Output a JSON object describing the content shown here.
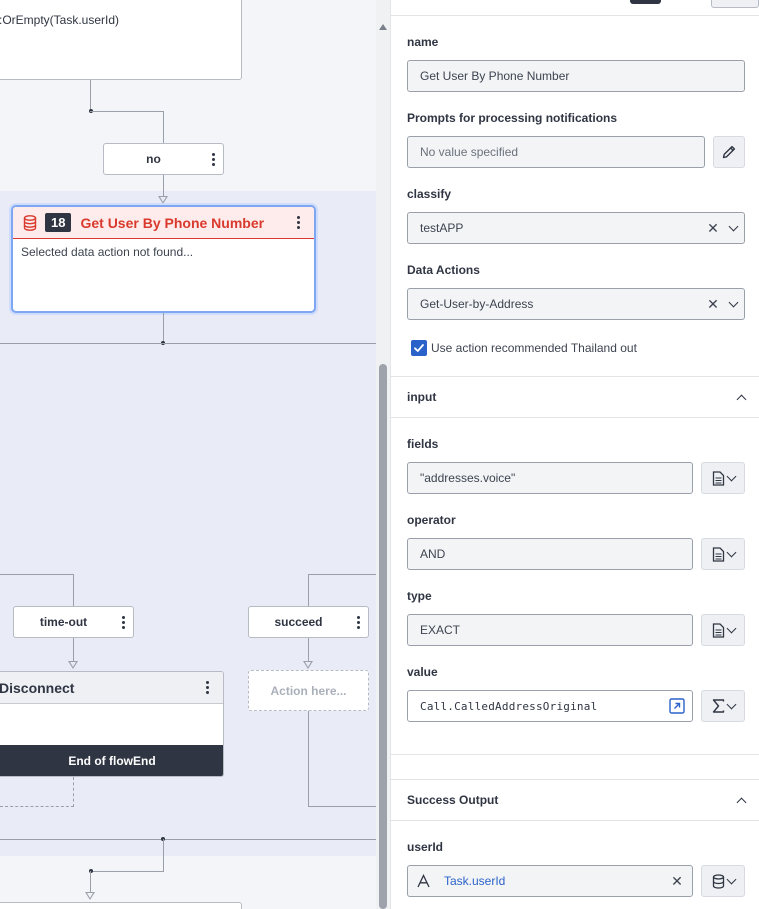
{
  "canvas": {
    "top_card_text": ":OrEmpty(Task.userId)",
    "no_label": "no",
    "error_node": {
      "number": "18",
      "title": "Get User By Phone Number",
      "message": "Selected data action not found..."
    },
    "timeout_label": "time-out",
    "succeed_label": "succeed",
    "disconnect": {
      "title": "Disconnect",
      "footer": "End of flowEnd"
    },
    "action_placeholder": "Action here..."
  },
  "panel": {
    "name": {
      "label": "name",
      "value": "Get User By Phone Number"
    },
    "prompts": {
      "label": "Prompts for processing notifications",
      "value": "No value specified"
    },
    "classify": {
      "label": "classify",
      "value": "testAPP"
    },
    "data_actions": {
      "label": "Data Actions",
      "value": "Get-User-by-Address"
    },
    "use_action_checkbox": {
      "label": "Use action recommended Thailand out",
      "checked": true
    },
    "input_section": {
      "title": "input",
      "fields": {
        "label": "fields",
        "value": "\"addresses.voice\""
      },
      "operator": {
        "label": "operator",
        "value": "AND"
      },
      "type": {
        "label": "type",
        "value": "EXACT"
      },
      "value": {
        "label": "value",
        "value": "Call.CalledAddressOriginal"
      }
    },
    "success_output": {
      "title": "Success Output",
      "userId": {
        "label": "userId",
        "value": "Task.userId"
      }
    }
  },
  "colors": {
    "error_red": "#d93a2d",
    "accent_blue": "#2a62c9",
    "dark": "#2f3542",
    "canvas_band": "#e9ebf6"
  },
  "icons": {
    "database": "database-icon",
    "pencil": "pencil-icon",
    "document": "document-icon",
    "sigma": "sigma-icon",
    "expand": "expand-icon",
    "text_type": "text-type-icon"
  }
}
